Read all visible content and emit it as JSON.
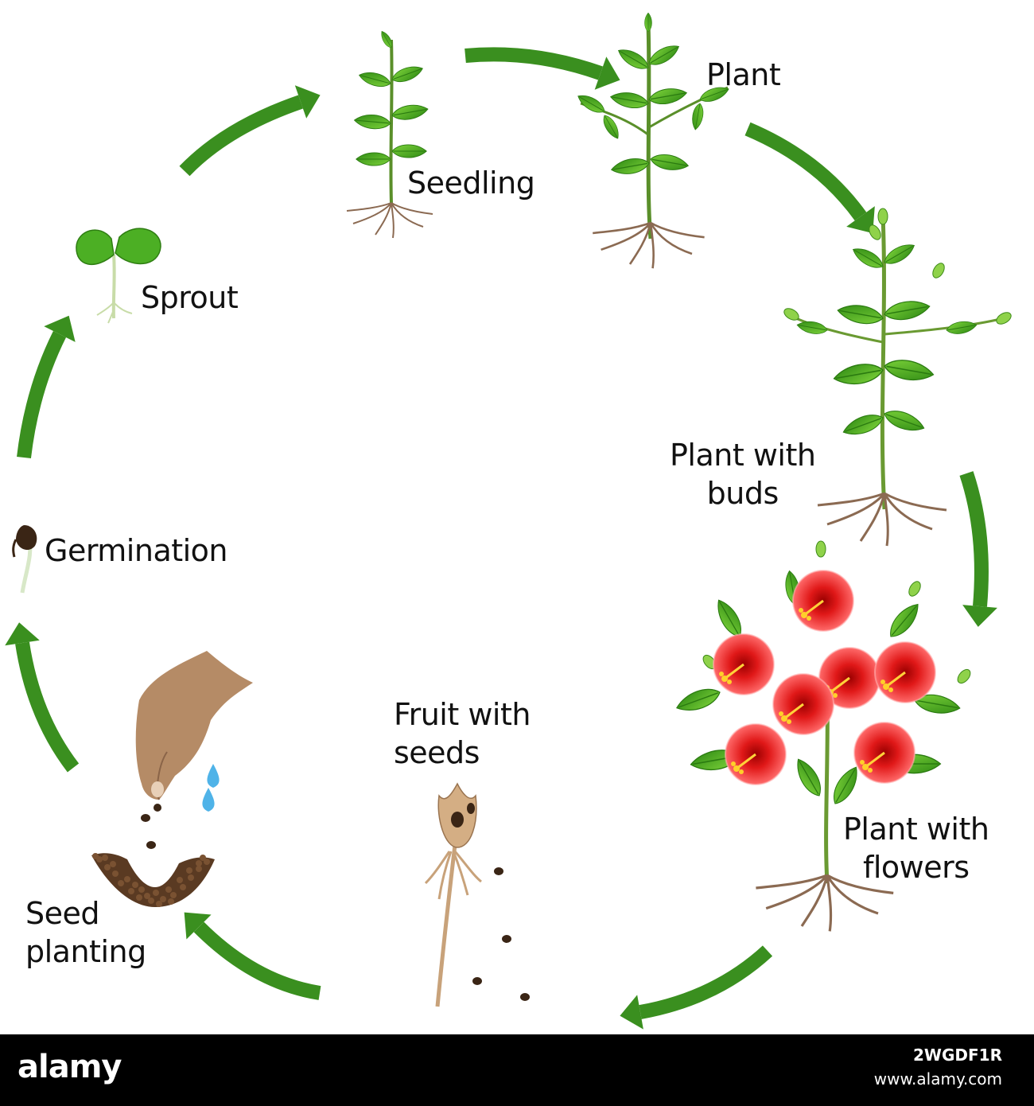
{
  "stages": {
    "seedling": "Seedling",
    "plant": "Plant",
    "plant_with_buds": "Plant with\nbuds",
    "plant_with_flowers": "Plant with\nflowers",
    "fruit_with_seeds": "Fruit with\nseeds",
    "seed_planting": "Seed\nplanting",
    "germination": "Germination",
    "sprout": "Sprout"
  },
  "colors": {
    "arrow": "#3a8f1f",
    "leaf": "#4caf24",
    "leaf_dark": "#2e7d12",
    "flower": "#e02020",
    "root": "#8b6a52",
    "soil": "#5a3a22",
    "hand": "#b58b66",
    "water": "#4fb3e8"
  },
  "watermark": {
    "logo": "alamy",
    "image_id": "2WGDF1R",
    "site": "www.alamy.com"
  }
}
